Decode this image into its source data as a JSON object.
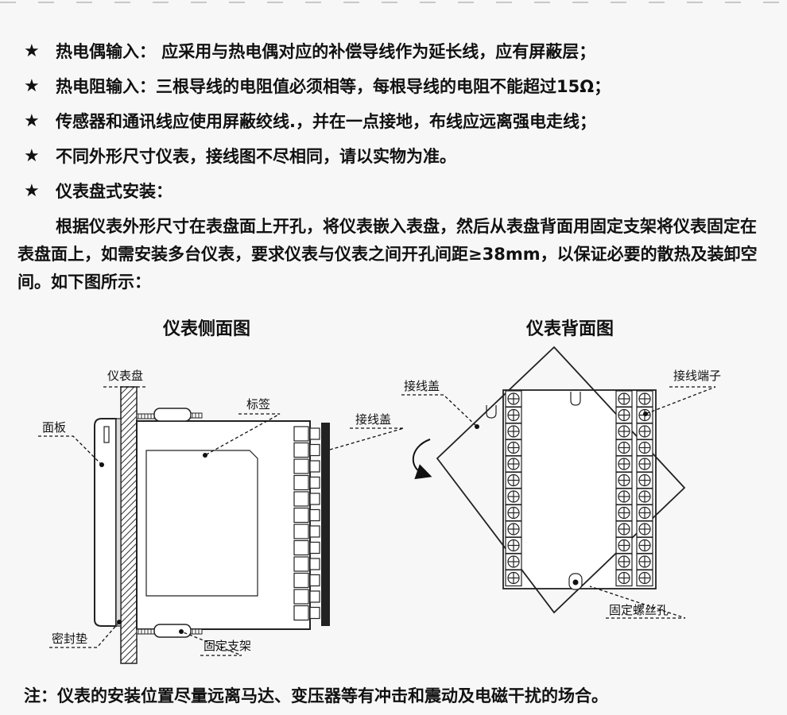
{
  "bullets": [
    "热电偶输入： 应采用与热电偶对应的补偿导线作为延长线，应有屏蔽层；",
    "热电阻输入：三根导线的电阻值必须相等，每根导线的电阻不能超过15Ω；",
    "传感器和通讯线应使用屏蔽绞线.，并在一点接地，布线应远离强电走线；",
    "不同外形尺寸仪表，接线图不尽相同，请以实物为准。",
    "仪表盘式安装："
  ],
  "bullet_symbol": "★",
  "paragraph": "根据仪表外形尺寸在表盘面上开孔，将仪表嵌入表盘，然后从表盘背面用固定支架将仪表固定在表盘面上，如需安装多台仪表，要求仪表与仪表之间开孔间距≥38mm，以保证必要的散热及装卸空间。如下图所示：",
  "side_view": {
    "title": "仪表侧面图",
    "labels": {
      "panel_board": "仪表盘",
      "face_plate": "面板",
      "tag_label": "标签",
      "wiring_cover": "接线盖",
      "gasket": "密封垫",
      "bracket": "固定支架"
    }
  },
  "back_view": {
    "title": "仪表背面图",
    "labels": {
      "wiring_cover": "接线盖",
      "terminal": "接线端子",
      "screw_hole": "固定螺丝孔"
    }
  },
  "note": "注：仪表的安装位置尽量远离马达、变压器等有冲击和震动及电磁干扰的场合。"
}
